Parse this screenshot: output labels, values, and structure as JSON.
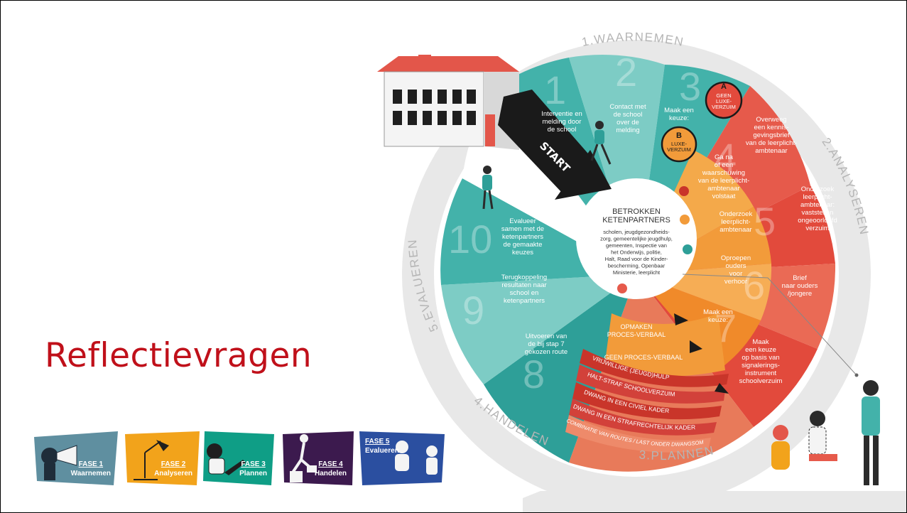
{
  "slide": {
    "title": "Reflectievragen"
  },
  "wheel": {
    "phases": {
      "waarnemen": "1.WAARNEMEN",
      "analyseren": "2.ANALYSEREN",
      "plannen": "3.PLANNEN",
      "handelen": "4.HANDELEN",
      "evalueren": "5.EVALUEREN"
    },
    "start_label": "START",
    "steps": {
      "s1": {
        "num": "1",
        "lines": [
          "Interventie en",
          "melding door",
          "de school"
        ]
      },
      "s2": {
        "num": "2",
        "lines": [
          "Contact met",
          "de school",
          "over de",
          "melding"
        ]
      },
      "s3": {
        "num": "3",
        "lines": [
          "Maak een",
          "keuze:"
        ]
      },
      "s4a": {
        "lines": [
          "Overweeg",
          "een kennis-",
          "gevingsbrief",
          "van de leerplicht-",
          "ambtenaar"
        ]
      },
      "s4b": {
        "num": "4",
        "lines": [
          "Ga na",
          "of een",
          "waarschuwing",
          "van de leerplicht-",
          "ambtenaar",
          "volstaat"
        ]
      },
      "s5a": {
        "lines": [
          "Onderzoek",
          "leerplicht-",
          "ambtenaar:",
          "vaststellen",
          "ongeoorloofd",
          "verzuim"
        ]
      },
      "s5b": {
        "num": "5",
        "lines": [
          "Onderzoek",
          "leerplicht-",
          "ambtenaar"
        ]
      },
      "s6a": {
        "lines": [
          "Brief",
          "naar ouders",
          "/jongere"
        ]
      },
      "s6b": {
        "num": "6",
        "lines": [
          "Oproepen",
          "ouders",
          "voor",
          "verhoor"
        ]
      },
      "s7a": {
        "lines": [
          "Maak",
          "een keuze",
          "op basis van",
          "signalerings-",
          "instrument",
          "schoolverzuim"
        ]
      },
      "s7b": {
        "num": "7",
        "lines": [
          "Maak een",
          "keuze:"
        ]
      },
      "s8": {
        "num": "8",
        "lines": [
          "Uitvoeren van",
          "de bij stap 7",
          "gekozen route"
        ]
      },
      "s9": {
        "num": "9",
        "lines": [
          "Terugkoppeling",
          "resultaten naar",
          "school en",
          "ketenpartners"
        ]
      },
      "s10": {
        "num": "10",
        "lines": [
          "Evalueer",
          "samen met de",
          "ketenpartners",
          "de gemaakte",
          "keuzes"
        ]
      }
    },
    "badge_a": {
      "letter": "A",
      "lines": [
        "GEEN",
        "LUXE-",
        "VERZUIM"
      ]
    },
    "badge_b": {
      "letter": "B",
      "lines": [
        "LUXE-",
        "VERZUIM"
      ]
    },
    "center": {
      "title_lines": [
        "BETROKKEN",
        "KETENPARTNERS"
      ],
      "body_lines": [
        "scholen, jeugdgezondheids-",
        "zorg, gemeentelijke jeugdhulp,",
        "gemeenten, Inspectie van",
        "het Onderwijs, politie,",
        "Halt, Raad voor de Kinder-",
        "bescherming, Openbaar",
        "Ministerie, leerplicht"
      ]
    },
    "routes": {
      "opmaken": [
        "OPMAKEN",
        "PROCES-VERBAAL"
      ],
      "geen_pv": "GEEN PROCES-VERBAAL",
      "list": [
        "VRIJWILLIGE (JEUGD)HULP",
        "HALT-STRAF SCHOOLVERZUIM",
        "DWANG IN EEN CIVIEL KADER",
        "DWANG IN EEN STRAFRECHTELIJK KADER",
        "COMBINATIE VAN ROUTES / LAST ONDER DWANGSOM"
      ]
    }
  },
  "fases": [
    {
      "nr": "FASE 1",
      "name": "Waarnemen",
      "color": "#5f8fa0"
    },
    {
      "nr": "FASE 2",
      "name": "Analyseren",
      "color": "#f2a31b"
    },
    {
      "nr": "FASE 3",
      "name": "Plannen",
      "color": "#0f9e86"
    },
    {
      "nr": "FASE 4",
      "name": "Handelen",
      "color": "#3c1a4e"
    },
    {
      "nr": "FASE 5",
      "name": "Evalueren",
      "color": "#2b4fa0"
    }
  ],
  "colors": {
    "teal": "#43b2aa",
    "teal_dark": "#2e9f98",
    "teal_light": "#7dccc5",
    "orange": "#f29b3a",
    "red": "#e65a4b",
    "title_red": "#c0101a"
  }
}
